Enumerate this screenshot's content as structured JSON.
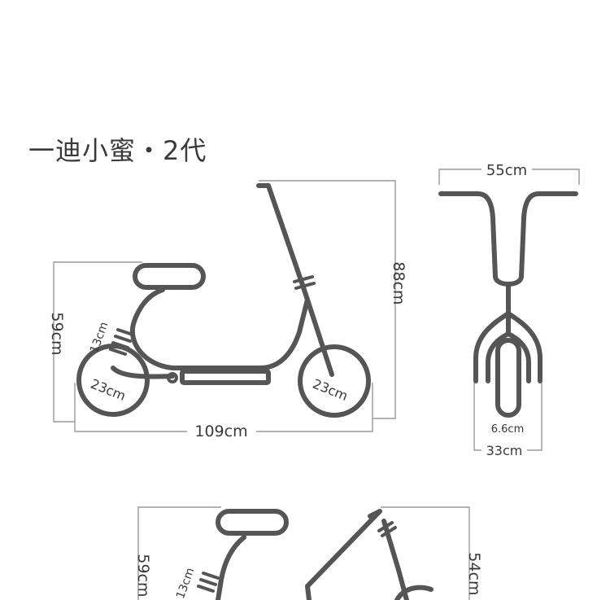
{
  "title": "一迪小蜜・2代",
  "side_view": {
    "total_height": "88cm",
    "seat_height": "59cm",
    "length": "109cm",
    "rear_wheel": "23cm",
    "front_wheel": "23cm",
    "spring": "13cm"
  },
  "front_view": {
    "handlebar_width": "55cm",
    "base_width": "33cm",
    "tire_width": "6.6cm"
  },
  "folded_view": {
    "seat_height": "59cm",
    "folded_height": "54cm",
    "spring": "13cm"
  }
}
